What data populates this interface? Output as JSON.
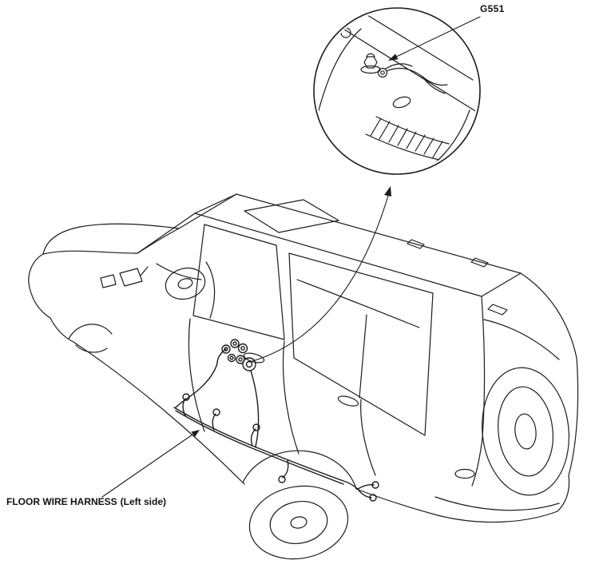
{
  "style": {
    "line_color": "#1c1c1c",
    "background": "#ffffff"
  },
  "labels": {
    "ground_point": "G551",
    "harness_bold": "FLOOR WIRE HARNESS",
    "harness_side": "(Left side)"
  }
}
